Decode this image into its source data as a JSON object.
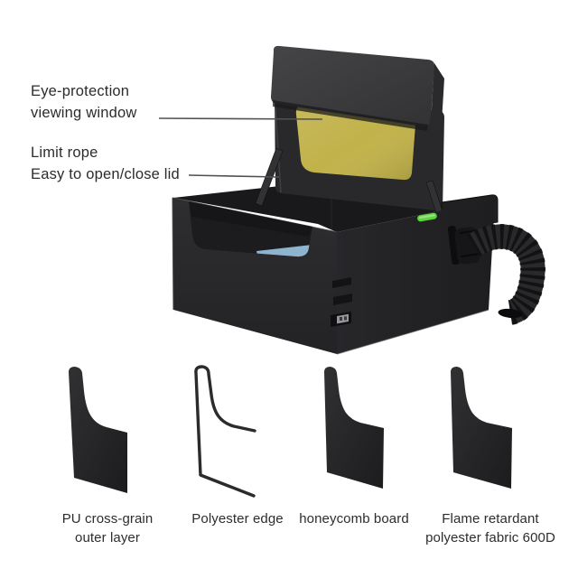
{
  "product": {
    "colors": {
      "window_yellow": "#c1b24a",
      "accent_green": "#5fd33c",
      "box_dark": "#2b2b2d",
      "flap_gray": "#3d3d3f"
    }
  },
  "callouts": [
    {
      "lines": [
        "Eye-protection",
        "viewing window"
      ]
    },
    {
      "lines": [
        "Limit rope",
        "Easy to open/close lid"
      ]
    }
  ],
  "materials": [
    {
      "lines": [
        "PU cross-grain",
        "outer layer"
      ]
    },
    {
      "lines": [
        "Polyester edge"
      ]
    },
    {
      "lines": [
        "honeycomb board"
      ]
    },
    {
      "lines": [
        "Flame retardant",
        "polyester fabric 600D"
      ]
    }
  ]
}
